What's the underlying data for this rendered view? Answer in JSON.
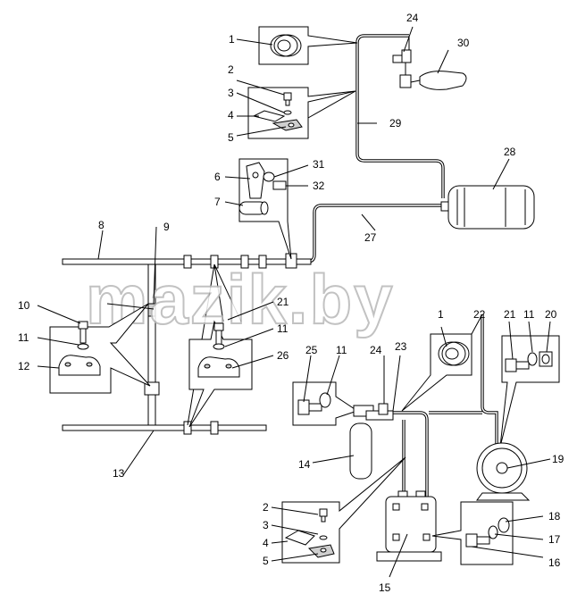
{
  "watermark": "mazik.by",
  "callouts": {
    "c1a": "1",
    "c24a": "24",
    "c30": "30",
    "c2a": "2",
    "c3a": "3",
    "c4a": "4",
    "c5a": "5",
    "c29": "29",
    "c31": "31",
    "c32": "32",
    "c6": "6",
    "c7": "7",
    "c28": "28",
    "c27": "27",
    "c8": "8",
    "c9": "9",
    "c21a": "21",
    "c10": "10",
    "c11a": "11",
    "c12": "12",
    "c11b": "11",
    "c26": "26",
    "c13": "13",
    "c25": "25",
    "c11c": "11",
    "c24b": "24",
    "c23": "23",
    "c1b": "1",
    "c22": "22",
    "c21b": "21",
    "c11d": "11",
    "c20": "20",
    "c14": "14",
    "c19": "19",
    "c2b": "2",
    "c3b": "3",
    "c4b": "4",
    "c5b": "5",
    "c15": "15",
    "c18": "18",
    "c17": "17",
    "c16": "16"
  }
}
